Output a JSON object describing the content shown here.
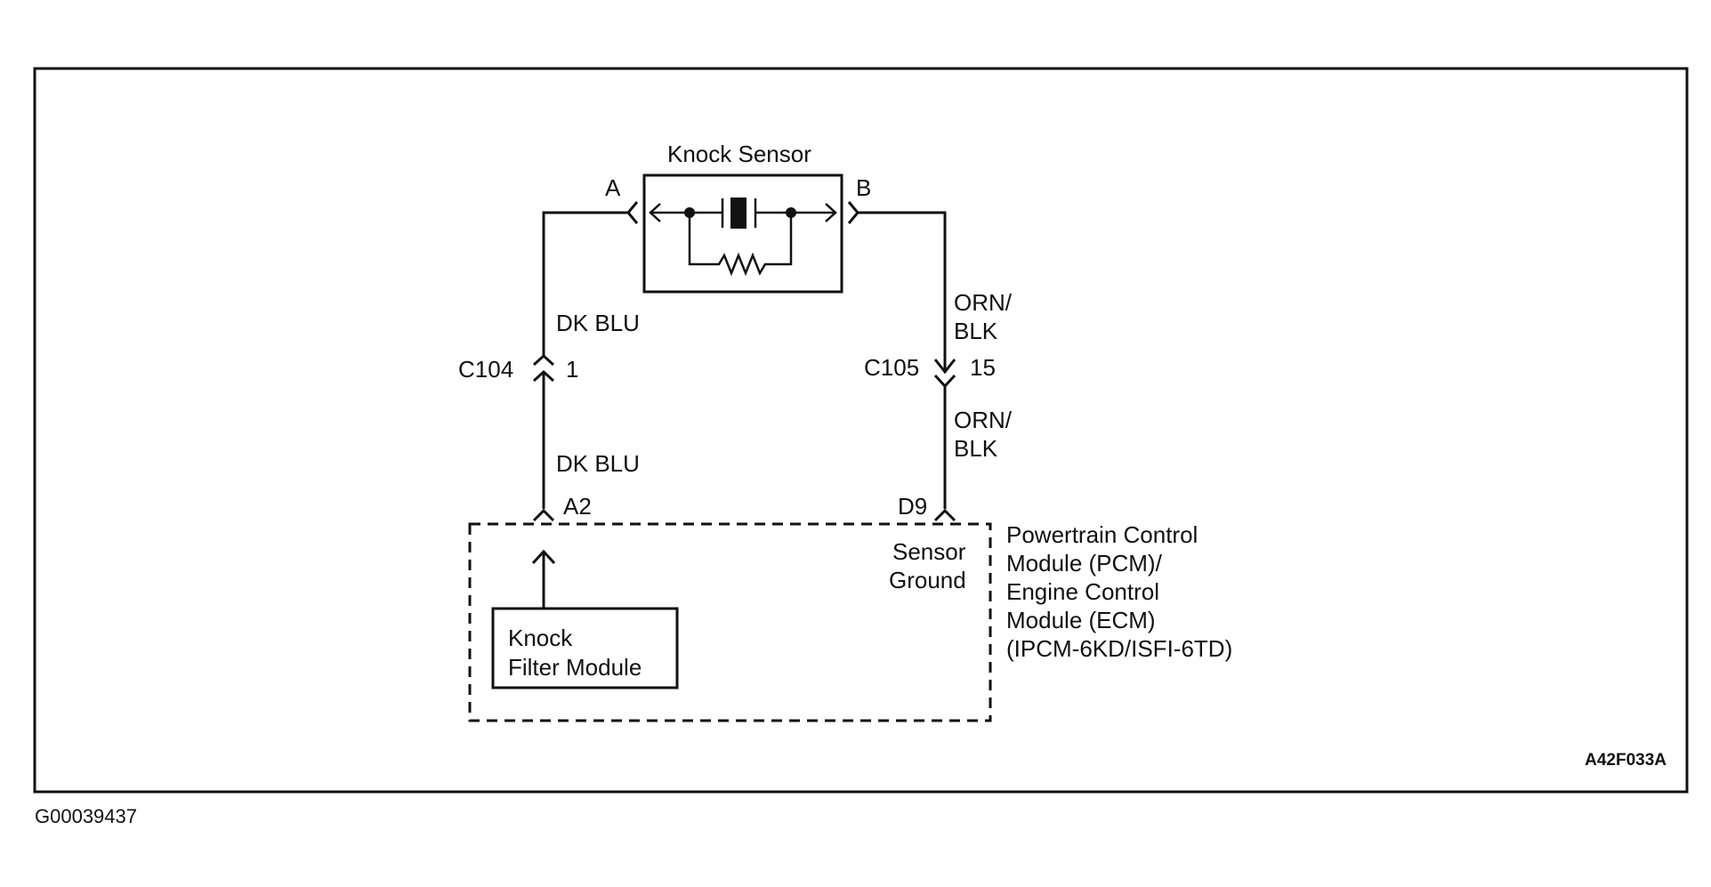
{
  "diagram": {
    "sensor_title": "Knock Sensor",
    "terminal_a": "A",
    "terminal_b": "B",
    "wire_left_upper": "DK BLU",
    "wire_left_lower": "DK BLU",
    "connector_left": "C104",
    "connector_left_pin": "1",
    "wire_right_upper_1": "ORN/",
    "wire_right_upper_2": "BLK",
    "wire_right_lower_1": "ORN/",
    "wire_right_lower_2": "BLK",
    "connector_right": "C105",
    "connector_right_pin": "15",
    "pin_a2": "A2",
    "pin_d9": "D9",
    "sensor_ground_1": "Sensor",
    "sensor_ground_2": "Ground",
    "filter_module_1": "Knock",
    "filter_module_2": "Filter Module",
    "module_name": [
      "Powertrain Control",
      "Module (PCM)/",
      "Engine Control",
      "Module (ECM)",
      "(IPCM-6KD/ISFI-6TD)"
    ],
    "figure_code": "A42F033A",
    "image_code": "G00039437"
  }
}
